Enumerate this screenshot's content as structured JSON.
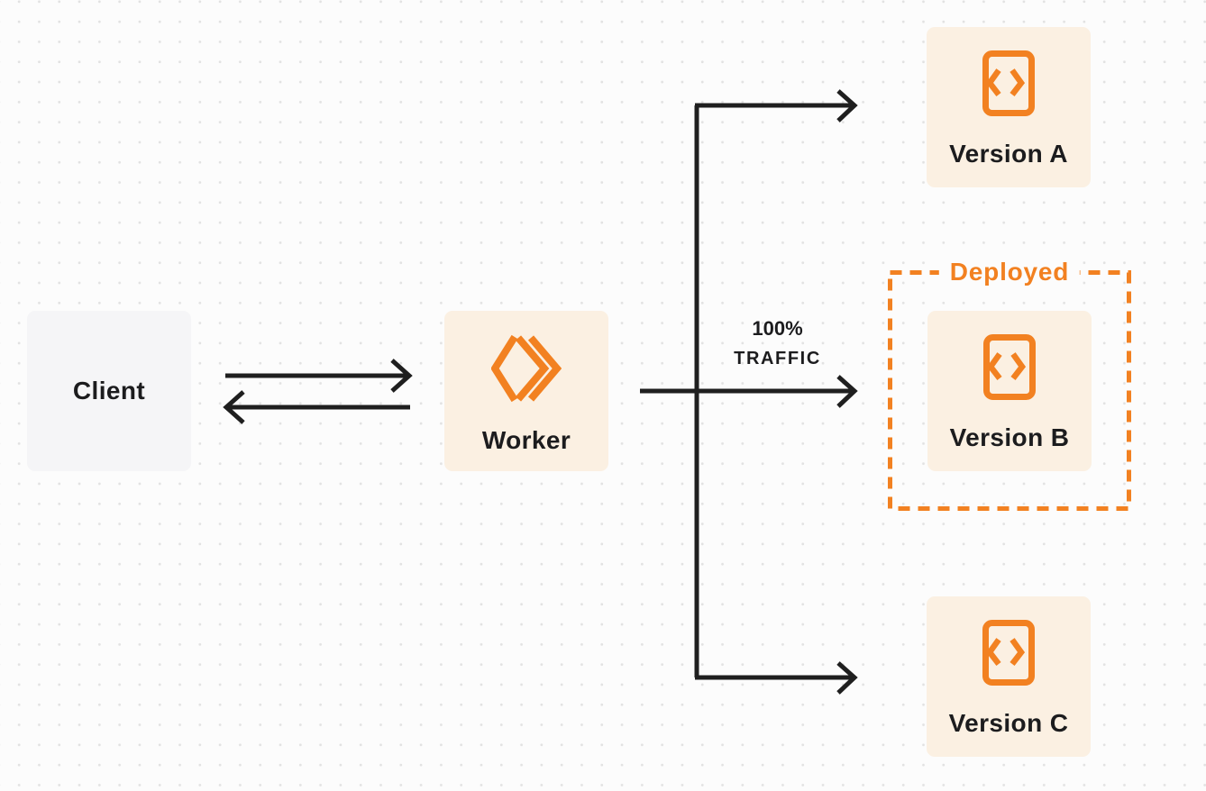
{
  "nodes": {
    "client": {
      "label": "Client"
    },
    "worker": {
      "label": "Worker"
    },
    "version_a": {
      "label": "Version A"
    },
    "version_b": {
      "label": "Version B"
    },
    "version_c": {
      "label": "Version C"
    }
  },
  "annotations": {
    "deployed_label": "Deployed",
    "traffic_line1": "100%",
    "traffic_line2": "TRAFFIC"
  },
  "icons": {
    "worker_icon": "workers-logo-icon",
    "version_icon": "code-file-icon"
  },
  "colors": {
    "bg": "#FCFCFC",
    "dot": "#E2E2E2",
    "orange": "#F28121",
    "cream": "#FBF0E2",
    "gray": "#F5F5F7",
    "arrow": "#1F1F1F",
    "text": "#1C1C1E"
  }
}
